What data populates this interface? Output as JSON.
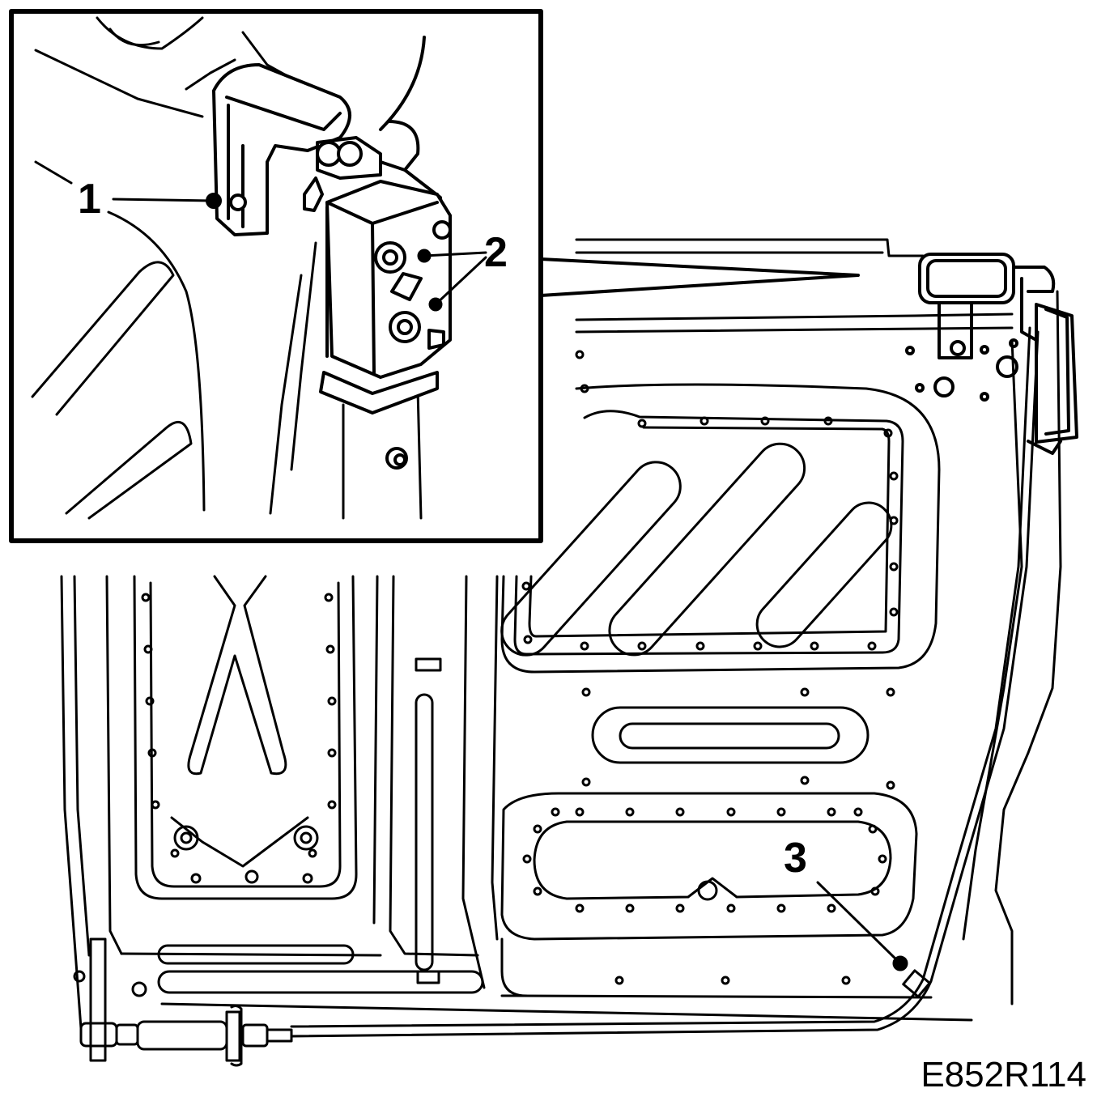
{
  "callouts": {
    "c1": "1",
    "c2": "2",
    "c3": "3"
  },
  "figure_code": "E852R114",
  "colors": {
    "line": "#000000",
    "background": "#ffffff"
  }
}
